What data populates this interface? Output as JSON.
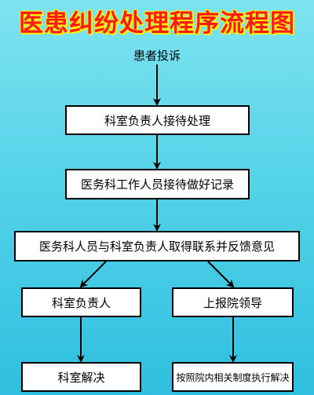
{
  "title": "医患纠纷处理程序流程图",
  "start": "患者投诉",
  "steps": {
    "dept_head_handle": "科室负责人接待处理",
    "medical_affairs_record": "医务科工作人员接待做好记录",
    "contact_feedback": "医务科人员与科室负责人取得联系并反馈意见",
    "dept_head": "科室负责人",
    "report_leader": "上报院领导",
    "dept_resolve": "科室解决",
    "hospital_rules": "按照院内相关制度执行解决"
  }
}
